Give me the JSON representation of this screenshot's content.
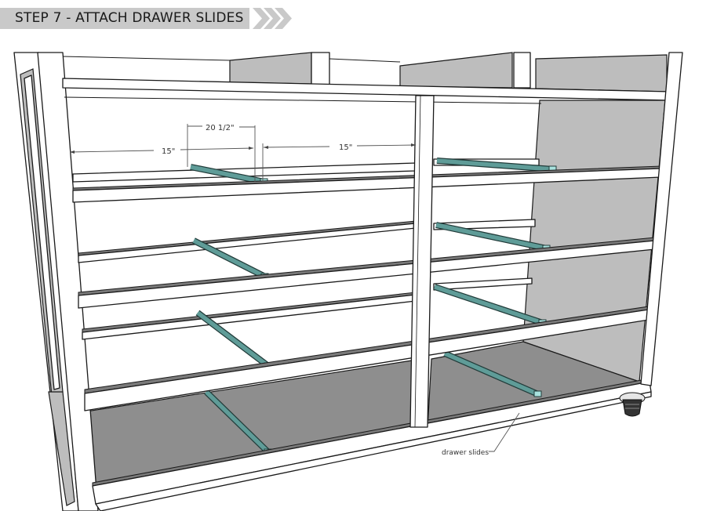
{
  "header": {
    "title": "STEP 7 - ATTACH DRAWER SLIDES"
  },
  "dimensions": {
    "slide_spacing": "20 1/2\"",
    "left_offset": "15\"",
    "right_offset": "15\""
  },
  "annotations": {
    "drawer_slides": "drawer slides"
  },
  "colors": {
    "header_bar": "#c9c9c9",
    "slide": "#5f9c98",
    "slide_end": "#a8e2de",
    "panel_gray": "#bdbdbd",
    "floor_gray": "#8e8e8e"
  }
}
